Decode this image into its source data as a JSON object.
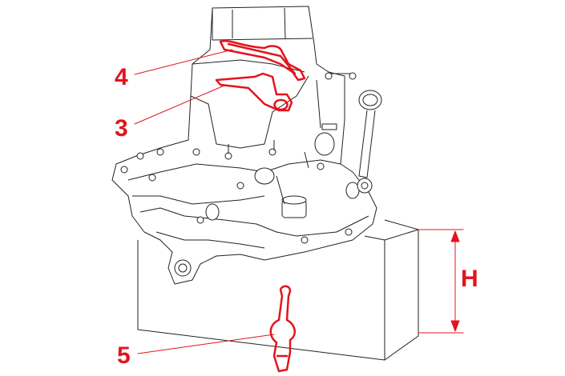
{
  "diagram": {
    "labels": {
      "part4": "4",
      "part3": "3",
      "part5": "5",
      "height": "H"
    },
    "colors": {
      "highlight": "#e3141c",
      "line": "#222222"
    }
  }
}
